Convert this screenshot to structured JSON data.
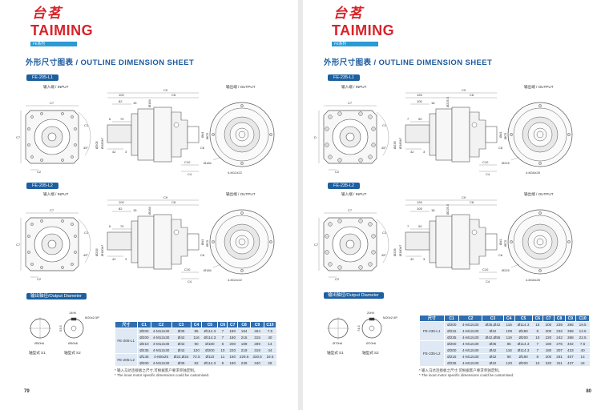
{
  "pages": [
    {
      "logo_cn": "台茗",
      "logo_en": "TAIMING",
      "series": "FE系列",
      "title": "外形尺寸图表 / OUTLINE DIMENSION SHEET",
      "page_number": "79",
      "sections": [
        {
          "tab": "FE-205-L1",
          "input_label": "输入端 / INPUT",
          "output_label": "输出端 / OUTPUT",
          "labels": {
            "c7": "C7",
            "c1": "C1",
            "c3deg": "45°",
            "c2": "C2",
            "cq": "C7",
            "c9": "C9",
            "a": "100",
            "c8": "C8",
            "b": "82",
            "e": "15",
            "dflange": "Ø184",
            "f": "70",
            "g": "6",
            "d1": "Ø205",
            "d2": "Ø180h7",
            "k": "42",
            "j": "3",
            "od1": "Ød1",
            "oc5": "ØC5",
            "c6": "C6",
            "c10": "C10",
            "c4": "C4",
            "pcd": "Ø184",
            "bolts": "4-M12x22"
          }
        },
        {
          "tab": "FE-205-L2",
          "input_label": "输入端 / INPUT",
          "output_label": "输出端 / OUTPUT",
          "labels": {
            "c7": "C7",
            "c1": "C1",
            "c3deg": "45°",
            "c2": "C2",
            "cq": "C7",
            "c9": "C9",
            "a": "100",
            "c8": "C8",
            "b": "82",
            "e": "15",
            "dflange": "Ø184",
            "f": "70",
            "g": "6",
            "d1": "Ø205",
            "d2": "Ø180h7",
            "k": "42",
            "j": "3",
            "od1": "Ød1",
            "oc5": "ØC5",
            "c6": "C6",
            "c10": "C10",
            "c4": "C4",
            "pcd": "Ø184",
            "bolts": "4-M12x22"
          }
        }
      ],
      "shaft": {
        "tab": "输出轴径/Output Diameter",
        "s1": "轴型式 S1",
        "s2": "轴型式 S2",
        "d1": "Ø50h6",
        "d2": "Ø50h6",
        "key": "14h9",
        "keyh": "53.5",
        "tap": "M20x2.5P"
      },
      "table": {
        "headers": [
          "尺寸",
          "C1",
          "C2",
          "C3",
          "C4",
          "C5",
          "C6",
          "C7",
          "C8",
          "C9",
          "C10"
        ],
        "groups": [
          {
            "model": "FE-205-L1",
            "rows": [
              [
                "Ø200",
                "4-M12x30",
                "Ø35",
                "85",
                "Ø114.3",
                "7",
                "180",
                "184",
                "264",
                "7.5"
              ],
              [
                "Ø200",
                "4-M12x30",
                "Ø42",
                "116",
                "Ø114.3",
                "7",
                "180",
                "215",
                "315",
                "40"
              ],
              [
                "Ø210",
                "4-M12x30",
                "Ø42",
                "90",
                "Ø180",
                "8",
                "200",
                "189",
                "289",
                "14"
              ],
              [
                "Ø235",
                "4-M12x30",
                "Ø42",
                "120",
                "Ø200",
                "10",
                "220",
                "219",
                "319",
                "44"
              ]
            ]
          },
          {
            "model": "FE-205-L2",
            "rows": [
              [
                "Ø145",
                "4-M8x25",
                "Ø22,Ø24",
                "72.5",
                "Ø110",
                "11",
                "150",
                "229.5",
                "330.5",
                "19.5"
              ],
              [
                "Ø200",
                "4-M12x30",
                "Ø35",
                "82",
                "Ø114.3",
                "8",
                "180",
                "239",
                "340",
                "29"
              ]
            ]
          }
        ]
      },
      "notes": [
        "* 输入马达连接板之尺寸,可根据客户要求单独定制。",
        "* The inout motor  specific dimensions could be customised."
      ]
    },
    {
      "logo_cn": "台茗",
      "logo_en": "TAIMING",
      "series": "FE系列",
      "title": "外形尺寸图表 / OUTLINE DIMENSION SHEET",
      "page_number": "80",
      "sections": [
        {
          "tab": "FE-235-L1",
          "input_label": "输入端 / INPUT",
          "output_label": "输出端 / OUTPUT",
          "labels": {
            "c7": "C7",
            "c1": "C1",
            "c3deg": "45°",
            "c2": "C2",
            "cq": "D",
            "c9": "C9",
            "a": "126",
            "c8": "C8",
            "b": "105",
            "e": "18",
            "dflange": "Ø225.5",
            "f": "90",
            "g": "7",
            "d1": "Ø235",
            "d2": "Ø180h7",
            "k": "42",
            "j": "3",
            "od1": "Ød1",
            "oc5": "ØC5",
            "c6": "C6",
            "c10": "C10",
            "c4": "C4",
            "pcd": "Ø215",
            "bolts": "4-M16x28"
          }
        },
        {
          "tab": "FE-235-L2",
          "input_label": "输入端 / INPUT",
          "output_label": "输出端 / OUTPUT",
          "labels": {
            "c7": "C7",
            "c1": "C1",
            "c3deg": "45°",
            "c2": "C2",
            "cq": "C7",
            "c9": "C9",
            "a": "126",
            "c8": "C8",
            "b": "105",
            "e": "18",
            "dflange": "Ø225.5",
            "f": "90",
            "g": "7",
            "d1": "Ø235",
            "d2": "Ø180h7",
            "k": "42",
            "j": "3",
            "od1": "Ød1",
            "oc5": "ØC5",
            "c6": "C6",
            "c10": "C10",
            "c4": "C4",
            "pcd": "Ø215",
            "bolts": "4-M16x28"
          }
        }
      ],
      "shaft": {
        "tab": "输出轴径/Output Diameter",
        "s1": "轴型式 S1",
        "s2": "轴型式 S2",
        "d1": "Ø70h6",
        "d2": "Ø70h6",
        "key": "20h9",
        "keyh": "74.5",
        "tap": "M20x2.5P"
      },
      "table": {
        "headers": [
          "尺寸",
          "C1",
          "C2",
          "C3",
          "C4",
          "C5",
          "C6",
          "C7",
          "C8",
          "C9",
          "C10"
        ],
        "groups": [
          {
            "model": "FE-235-L1",
            "rows": [
              [
                "Ø200",
                "4-M12x30",
                "Ø35,Ø42",
                "116",
                "Ø114.3",
                "15",
                "200",
                "239",
                "365",
                "19.5"
              ],
              [
                "Ø215",
                "4-M12x30",
                "Ø42",
                "109",
                "Ø180",
                "8",
                "200",
                "232",
                "358",
                "12.5"
              ],
              [
                "Ø235",
                "4-M12x30",
                "Ø42,Ø55",
                "119",
                "Ø200",
                "10",
                "220",
                "242",
                "368",
                "22.5"
              ]
            ]
          },
          {
            "model": "FE-235-L2",
            "rows": [
              [
                "Ø200",
                "4-M12x30",
                "Ø35",
                "85",
                "Ø114.3",
                "7",
                "180",
                "276",
                "402",
                "7.5"
              ],
              [
                "Ø200",
                "4-M12x30",
                "Ø42",
                "116",
                "Ø114.3",
                "7",
                "180",
                "307",
                "433",
                "40"
              ],
              [
                "Ø215",
                "4-M12x30",
                "Ø42",
                "90",
                "Ø180",
                "8",
                "200",
                "281",
                "407",
                "14"
              ],
              [
                "Ø235",
                "4-M12x30",
                "Ø42",
                "120",
                "Ø200",
                "10",
                "220",
                "311",
                "437",
                "44"
              ]
            ]
          }
        ]
      },
      "notes": [
        "* 输入马达连接板之尺寸,可根据客户要求单独定制。",
        "* The inout motor  specific dimensions could be customised."
      ]
    }
  ]
}
